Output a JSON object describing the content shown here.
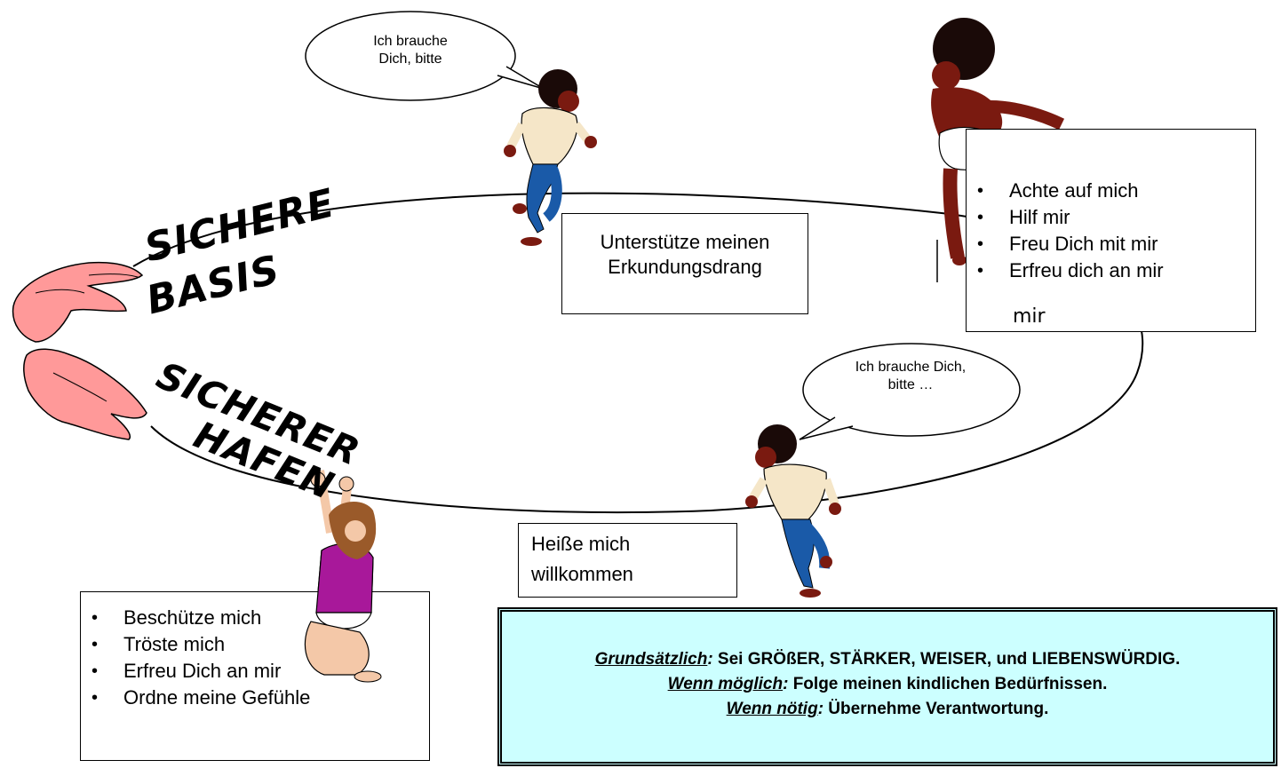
{
  "bubbles": {
    "top": "Ich brauche Dich, bitte",
    "right": "Ich brauche Dich, bitte …"
  },
  "labels": {
    "sichere_basis_line1": "SICHERE",
    "sichere_basis_line2": "BASIS",
    "sicherer_hafen_line1": "SICHERER",
    "sicherer_hafen_line2": "HAFEN"
  },
  "boxes": {
    "explore": "Unterstütze meinen Erkundungsdrang",
    "welcome_line1": "Heiße mich",
    "welcome_line2": "willkommen",
    "top_right_items": [
      "Achte auf mich",
      "Hilf mir",
      "Freu Dich mit mir",
      "Erfreu dich an mir"
    ],
    "top_right_overflow": "mir",
    "bottom_left_items": [
      "Beschütze mich",
      "Tröste mich",
      "Erfreu Dich an mir",
      "Ordne meine Gefühle"
    ]
  },
  "rules": {
    "line1_keyword": "Grundsätzlich",
    "line1_text": " Sei GRÖßER, STÄRKER, WEISER, und LIEBENSWÜRDIG.",
    "line2_keyword": "Wenn möglich",
    "line2_text": " Folge meinen kindlichen Bedürfnissen.",
    "line3_keyword": "Wenn nötig",
    "line3_text": " Übernehme Verantwortung.",
    "colon": ":"
  },
  "colors": {
    "rule_box_bg": "#ccffff",
    "hand_fill": "#ff9999",
    "child_skin": "#7a1a10",
    "shirt_cream": "#f5e6c8",
    "pants_blue": "#1a5aa8",
    "dress_purple": "#a8189a"
  }
}
